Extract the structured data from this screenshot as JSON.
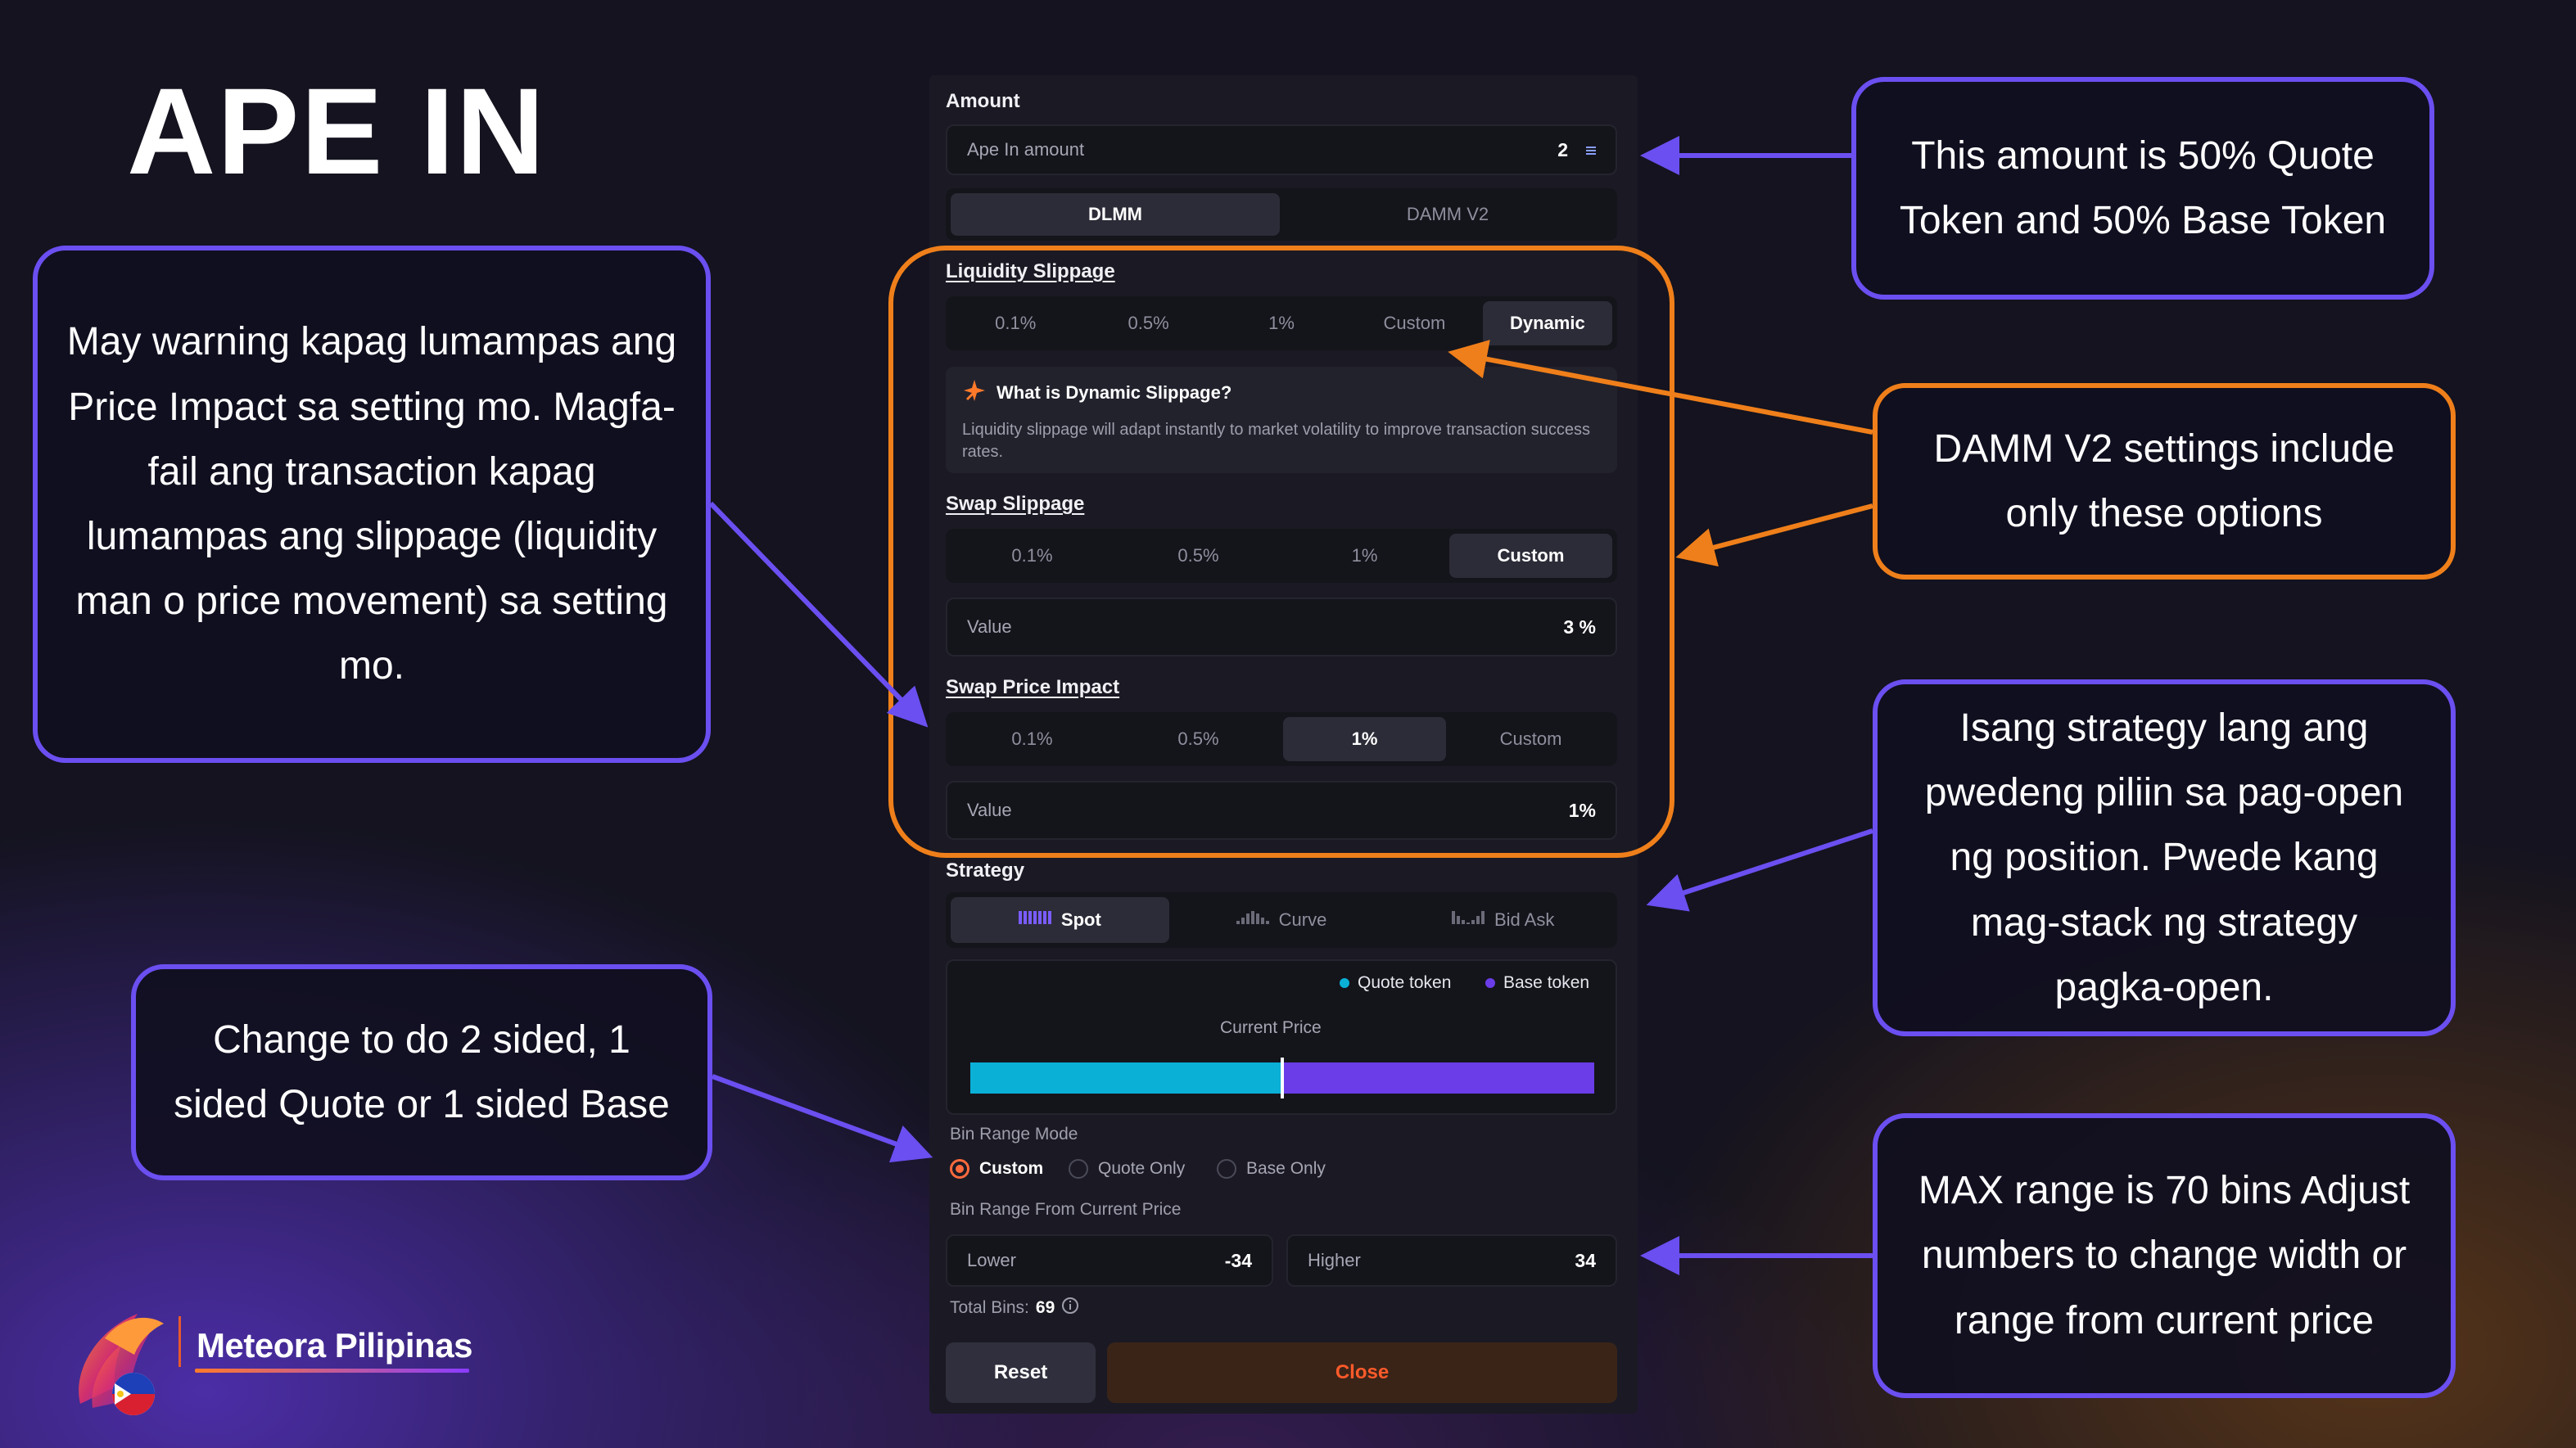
{
  "title": "APE IN",
  "brand": {
    "name": "Meteora Pilipinas"
  },
  "callouts": {
    "price_impact_warning": "May warning kapag lumampas ang Price Impact sa setting mo. Magfa-fail ang transaction kapag lumampas ang slippage (liquidity man o price movement) sa setting mo.",
    "change_sides": "Change to do 2 sided, 1 sided Quote or 1 sided Base",
    "amount_split": "This amount is 50% Quote Token and 50% Base Token",
    "damm_v2": "DAMM V2 settings include only these options",
    "strategy": "Isang strategy lang ang pwedeng piliin sa pag-open ng position. Pwede kang mag-stack ng strategy pagka-open.",
    "max_range": "MAX range is 70 bins Adjust numbers to change width or range from current price"
  },
  "panel": {
    "amount": {
      "label": "Amount",
      "placeholder": "Ape In amount",
      "value": "2",
      "unit_icon": "list-icon"
    },
    "pool_tabs": [
      "DLMM",
      "DAMM V2"
    ],
    "pool_tab_selected": "DLMM",
    "liquidity_slippage": {
      "label": "Liquidity Slippage",
      "options": [
        "0.1%",
        "0.5%",
        "1%",
        "Custom",
        "Dynamic"
      ],
      "selected": "Dynamic",
      "info_title": "What is Dynamic Slippage?",
      "info_text": "Liquidity slippage will adapt instantly to market volatility to improve transaction success rates."
    },
    "swap_slippage": {
      "label": "Swap Slippage",
      "options": [
        "0.1%",
        "0.5%",
        "1%",
        "Custom"
      ],
      "selected": "Custom",
      "value_label": "Value",
      "value": "3 %"
    },
    "swap_price_impact": {
      "label": "Swap Price Impact",
      "options": [
        "0.1%",
        "0.5%",
        "1%",
        "Custom"
      ],
      "selected": "1%",
      "value_label": "Value",
      "value": "1%"
    },
    "strategy": {
      "label": "Strategy",
      "options": [
        "Spot",
        "Curve",
        "Bid Ask"
      ],
      "selected": "Spot"
    },
    "distribution": {
      "legend": [
        "Quote token",
        "Base token"
      ],
      "current_price_label": "Current Price",
      "quote_share": 0.5,
      "colors": {
        "quote": "#0ab0d6",
        "base": "#6a3de8"
      }
    },
    "bin_range_mode": {
      "label": "Bin Range Mode",
      "options": [
        "Custom",
        "Quote Only",
        "Base Only"
      ],
      "selected": "Custom"
    },
    "bin_range": {
      "label": "Bin Range From Current Price",
      "lower_label": "Lower",
      "lower": "-34",
      "higher_label": "Higher",
      "higher": "34"
    },
    "total_bins_label": "Total Bins:",
    "total_bins": "69",
    "buttons": {
      "reset": "Reset",
      "close": "Close"
    }
  },
  "colors": {
    "purple_accent": "#6b4ff0",
    "orange_accent": "#ef7f1a",
    "close_text": "#ff5a2a"
  }
}
